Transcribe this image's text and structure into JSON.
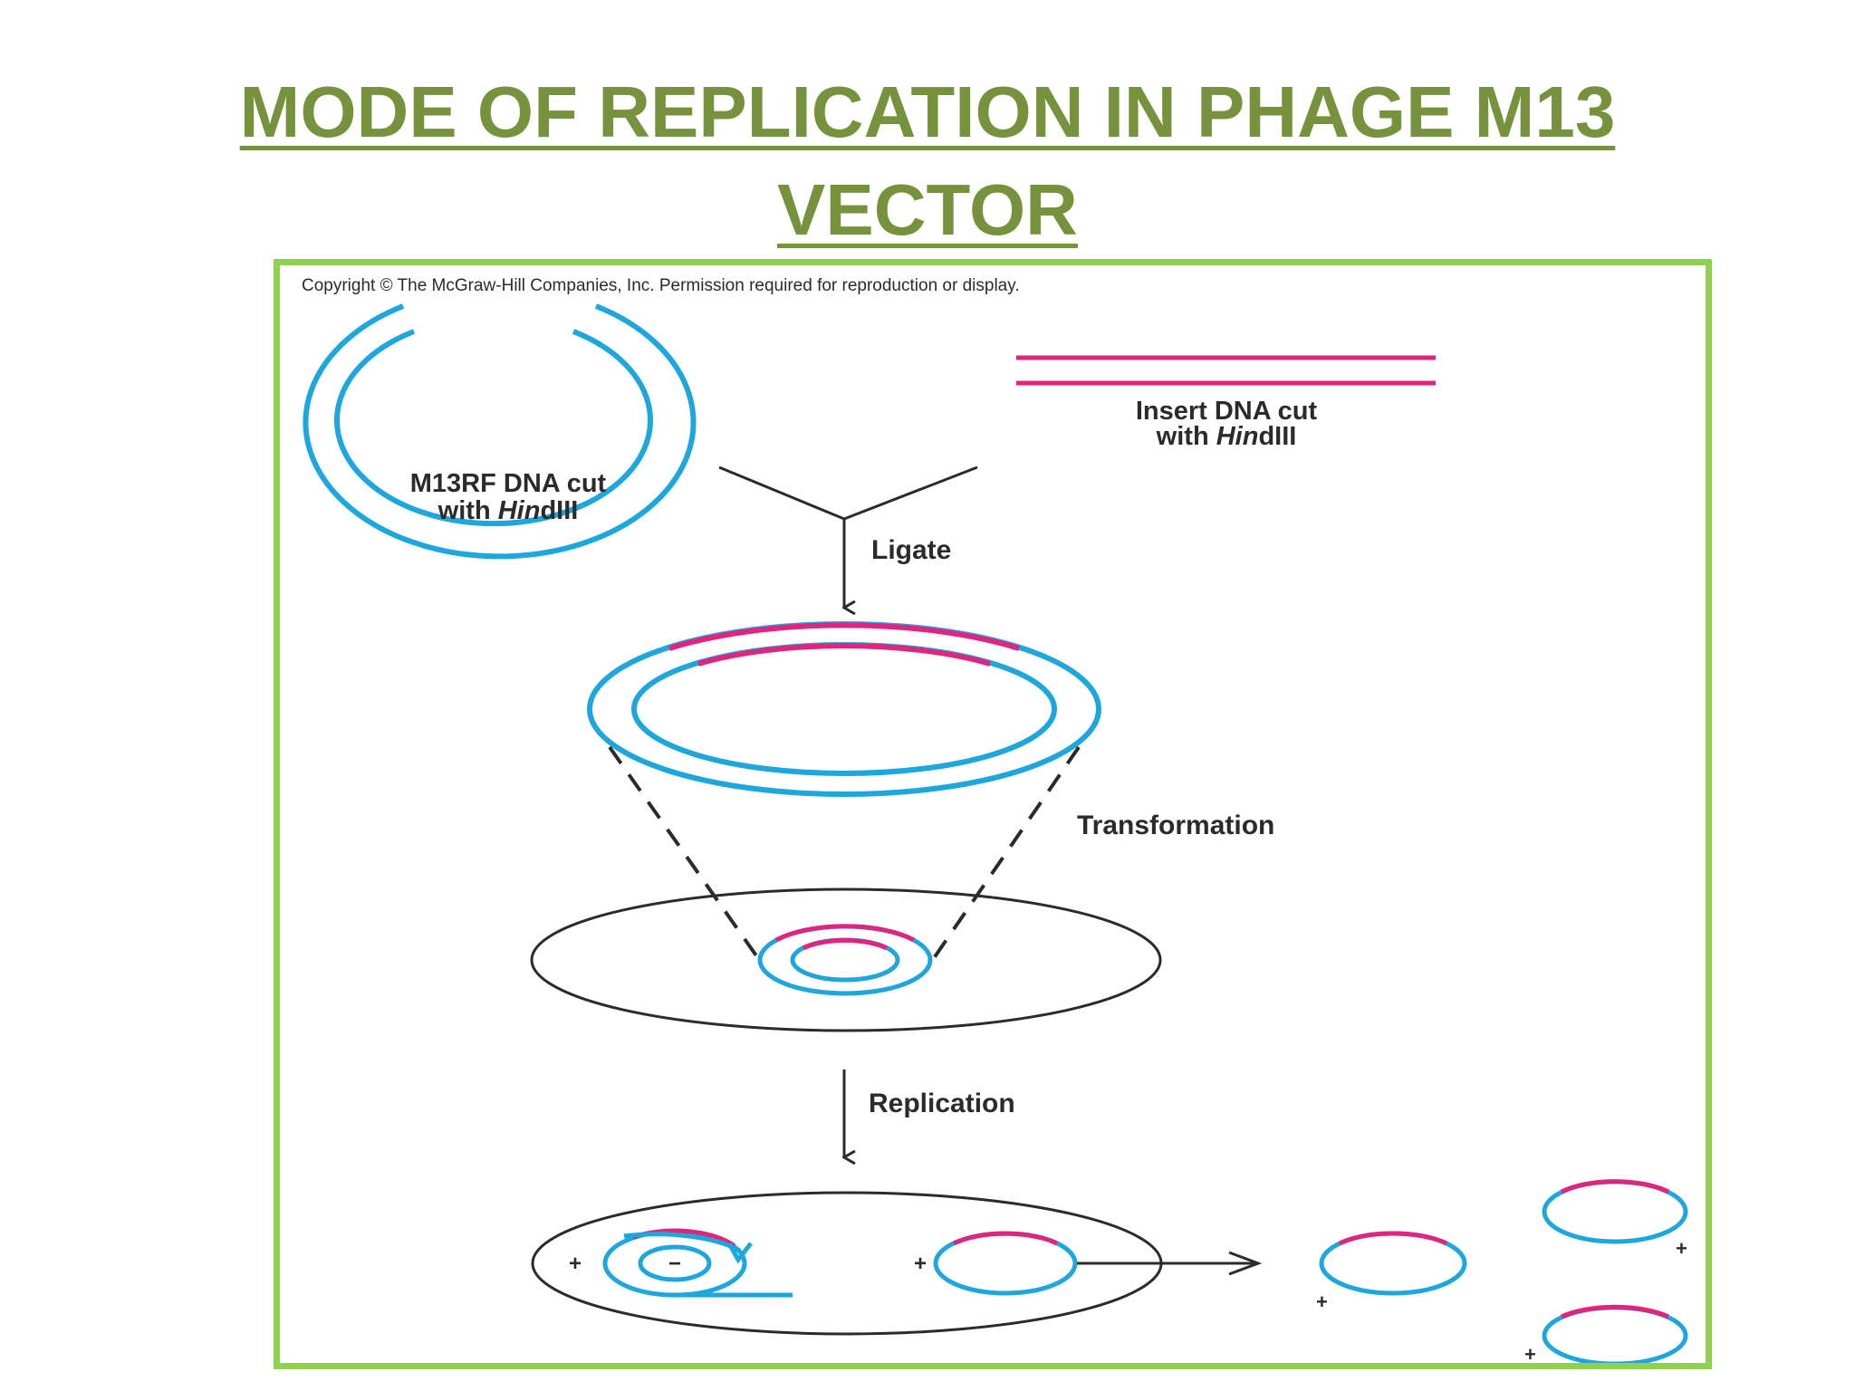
{
  "slide": {
    "title_line1": "MODE OF REPLICATION IN PHAGE M13",
    "title_line2": "VECTOR"
  },
  "figure": {
    "copyright": "Copyright © The McGraw-Hill Companies, Inc. Permission required for reproduction or display.",
    "vector_label_line1": "M13RF DNA cut",
    "vector_label_line2_prefix": "with ",
    "vector_label_line2_italic": "Hin",
    "vector_label_line2_suffix": "dIII",
    "insert_label_line1": "Insert DNA cut",
    "insert_label_line2_prefix": "with ",
    "insert_label_line2_italic": "Hin",
    "insert_label_line2_suffix": "dIII",
    "step_ligate": "Ligate",
    "step_transformation": "Transformation",
    "step_replication": "Replication",
    "plus_sign": "+",
    "minus_sign": "−"
  },
  "colors": {
    "title": "#76923c",
    "frame": "#92d050",
    "vector_dna": "#1ea7dd",
    "insert_dna": "#e0257f",
    "outline": "#2b2b2b"
  }
}
